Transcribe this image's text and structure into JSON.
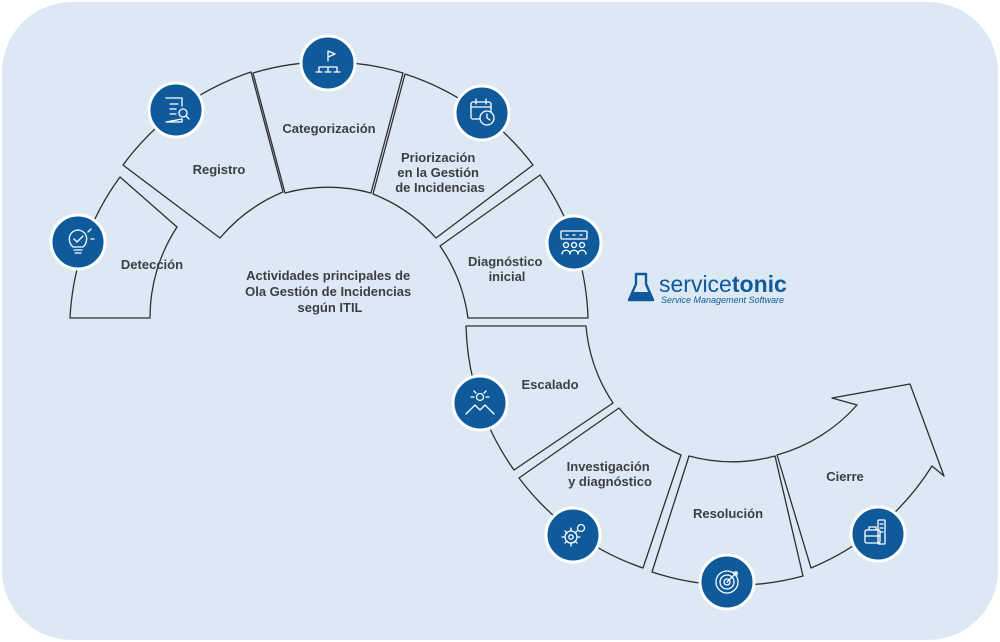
{
  "title": {
    "line1": "Actividades principales de",
    "line2": "Ola Gestión de Incidencias",
    "line3": "según ITIL"
  },
  "logo": {
    "brand_light": "service",
    "brand_bold": "tonic",
    "tagline": "Service Management Software",
    "brand_color": "#0e5a9a"
  },
  "steps": [
    {
      "name": "detection",
      "lines": [
        "Detección"
      ],
      "icon": "lightbulb-check-icon"
    },
    {
      "name": "registry",
      "lines": [
        "Registro"
      ],
      "icon": "document-magnifier-icon"
    },
    {
      "name": "categorization",
      "lines": [
        "Categorización"
      ],
      "icon": "hierarchy-flag-icon"
    },
    {
      "name": "prioritization",
      "lines": [
        "Priorización",
        "en la Gestión",
        "de Incidencias"
      ],
      "icon": "calendar-clock-icon"
    },
    {
      "name": "initial-diagnosis",
      "lines": [
        "Diagnóstico",
        "inicial"
      ],
      "icon": "team-board-icon"
    },
    {
      "name": "escalation",
      "lines": [
        "Escalado"
      ],
      "icon": "mountain-sun-icon"
    },
    {
      "name": "investigation",
      "lines": [
        "Investigación",
        "y diagnóstico"
      ],
      "icon": "gears-icon"
    },
    {
      "name": "resolution",
      "lines": [
        "Resolución"
      ],
      "icon": "target-icon"
    },
    {
      "name": "closure",
      "lines": [
        "Cierre"
      ],
      "icon": "briefcase-building-icon"
    }
  ],
  "colors": {
    "background": "#dde8f5",
    "circle": "#0e5a9a",
    "text": "#3a3f46",
    "outline": "#2c2f33"
  }
}
